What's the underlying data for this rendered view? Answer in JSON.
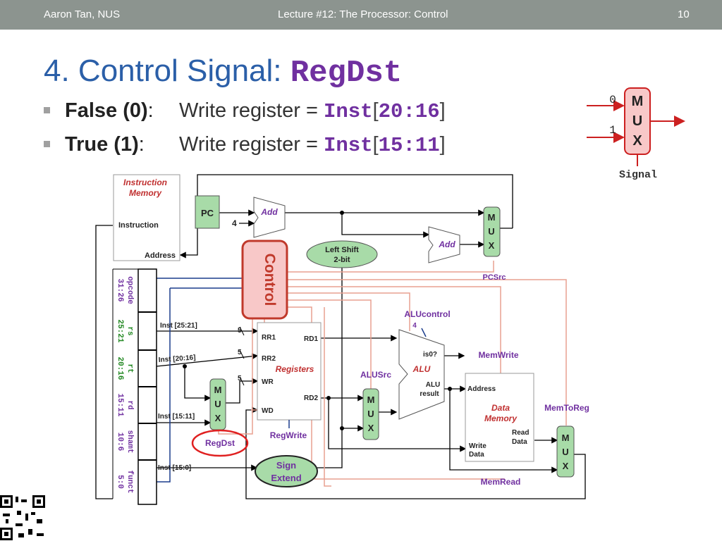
{
  "header": {
    "author": "Aaron Tan, NUS",
    "lecture": "Lecture #12: The Processor: Control",
    "page": "10"
  },
  "title": {
    "prefix": "4. Control Signal: ",
    "signal": "RegDst"
  },
  "bullets": [
    {
      "label": "False (0)",
      "colon": ":",
      "text": "Write register = ",
      "code": "Inst",
      "lb": "[",
      "range": "20:16",
      "rb": "]"
    },
    {
      "label": "True (1)",
      "colon": ":",
      "text": "Write register = ",
      "code": "Inst",
      "lb": "[",
      "range": "15:11",
      "rb": "]"
    }
  ],
  "mux_legend": {
    "input0": "0",
    "input1": "1",
    "m": "M",
    "u": "U",
    "x": "X",
    "caption": "Signal"
  },
  "datapath": {
    "instruction_memory": {
      "title1": "Instruction",
      "title2": "Memory",
      "instruction": "Instruction",
      "address": "Address"
    },
    "pc": "PC",
    "four": "4",
    "add1": "Add",
    "add2": "Add",
    "left_shift1": "Left Shift",
    "left_shift2": "2-bit",
    "pcsrc": "PCSrc",
    "control": "Control",
    "fields": [
      {
        "name": "opcode",
        "bits": "31:26"
      },
      {
        "name": "rs",
        "bits": "25:21"
      },
      {
        "name": "rt",
        "bits": "20:16"
      },
      {
        "name": "rd",
        "bits": "15:11"
      },
      {
        "name": "shamt",
        "bits": "10:6"
      },
      {
        "name": "funct",
        "bits": "5:0"
      }
    ],
    "inst_2521": "Inst [25:21]",
    "inst_2016": "Inst [20:16]",
    "inst_1511": "Inst [15:11]",
    "inst_150": "Inst [15:0]",
    "five_a": "5",
    "five_b": "5",
    "five_c": "5",
    "registers": {
      "rr1": "RR1",
      "rr2": "RR2",
      "wr": "WR",
      "wd": "WD",
      "rd1": "RD1",
      "rd2": "RD2",
      "title": "Registers"
    },
    "regdst": "RegDst",
    "regwrite": "RegWrite",
    "sign_extend1": "Sign",
    "sign_extend2": "Extend",
    "alusrc": "ALUSrc",
    "alucontrol": "ALUcontrol",
    "alucontrol_bits": "4",
    "alu": {
      "is0": "is0?",
      "title": "ALU",
      "result1": "ALU",
      "result2": "result"
    },
    "memwrite": "MemWrite",
    "data_memory": {
      "address": "Address",
      "title1": "Data",
      "title2": "Memory",
      "read1": "Read",
      "read2": "Data",
      "write1": "Write",
      "write2": "Data"
    },
    "memtoreg": "MemToReg",
    "memread": "MemRead",
    "mux_m": "M",
    "mux_u": "U",
    "mux_x": "X"
  },
  "colors": {
    "title": "#2b5fa8",
    "code": "#7030a0",
    "control": "#c0392b",
    "mux_fill": "#a8dba8",
    "signal_line": "#e8a090"
  }
}
